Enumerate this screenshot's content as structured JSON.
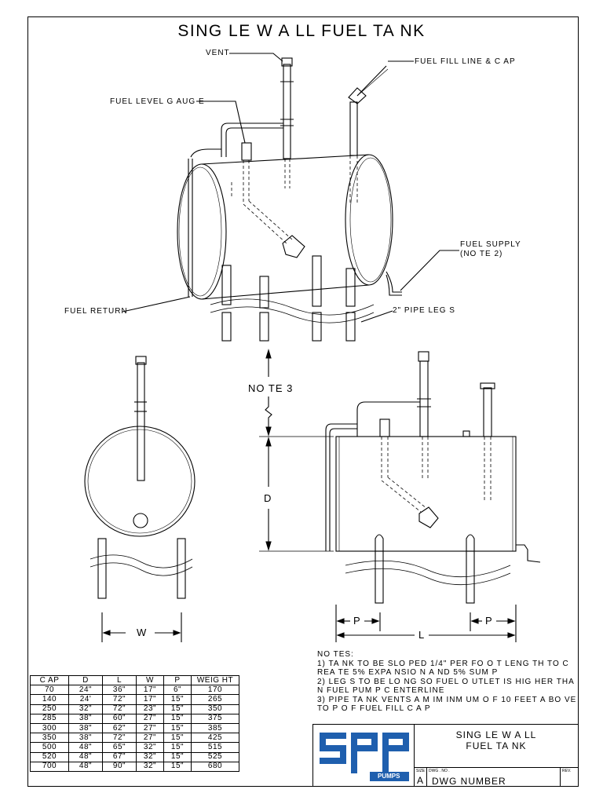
{
  "title": "SING LE W A LL FUEL TA NK",
  "labels": {
    "vent": "VENT",
    "fill": "FUEL FILL LINE & C AP",
    "gauge": "FUEL LEVEL G AUG E",
    "supply": "FUEL SUPPLY",
    "supply_note": "(NO TE 2)",
    "return": "FUEL RETURN",
    "legs": "2\" PIPE LEG S",
    "note3": "NO TE 3",
    "d": "D",
    "w": "W",
    "p_left": "P",
    "p_right": "P",
    "l": "L"
  },
  "table": {
    "headers": [
      "C AP",
      "D",
      "L",
      "W",
      "P",
      "WEIG HT"
    ],
    "rows": [
      [
        "70",
        "24\"",
        "36\"",
        "17\"",
        "6\"",
        "170"
      ],
      [
        "140",
        "24'",
        "72\"",
        "17\"",
        "15\"",
        "265"
      ],
      [
        "250",
        "32\"",
        "72\"",
        "23\"",
        "15\"",
        "350"
      ],
      [
        "285",
        "38\"",
        "60\"",
        "27\"",
        "15\"",
        "375"
      ],
      [
        "300",
        "38\"",
        "62\"",
        "27\"",
        "15\"",
        "385"
      ],
      [
        "350",
        "38\"",
        "72\"",
        "27\"",
        "15\"",
        "425"
      ],
      [
        "500",
        "48\"",
        "65\"",
        "32\"",
        "15\"",
        "515"
      ],
      [
        "520",
        "48\"",
        "67\"",
        "32\"",
        "15\"",
        "525"
      ],
      [
        "700",
        "48\"",
        "90\"",
        "32\"",
        "15\"",
        "680"
      ]
    ]
  },
  "notes": {
    "heading": "NO TES:",
    "items": [
      "1) TA NK TO BE SLO PED 1/4\" PER FO O T LENG TH TO C REA TE 5% EXPA NSIO N A ND 5% SUM P",
      "2) LEG S TO BE LO NG SO FUEL O UTLET IS HIG HER THA N FUEL PUM P C ENTERLINE",
      "3) PIPE TA NK VENTS A M IM INM UM O F 10 FEET A BO VE TO P O F FUEL FILL C A P"
    ]
  },
  "title_block": {
    "title_line1": "SING LE W A LL",
    "title_line2": "FUEL TA NK",
    "logo_text": "spp",
    "logo_sub": "PUMPS",
    "size_label": "SIZE",
    "size_value": "A",
    "dwg_label": "DWG . NO .",
    "dwg_value": "DWG NUMBER",
    "rev_label": "REV."
  }
}
